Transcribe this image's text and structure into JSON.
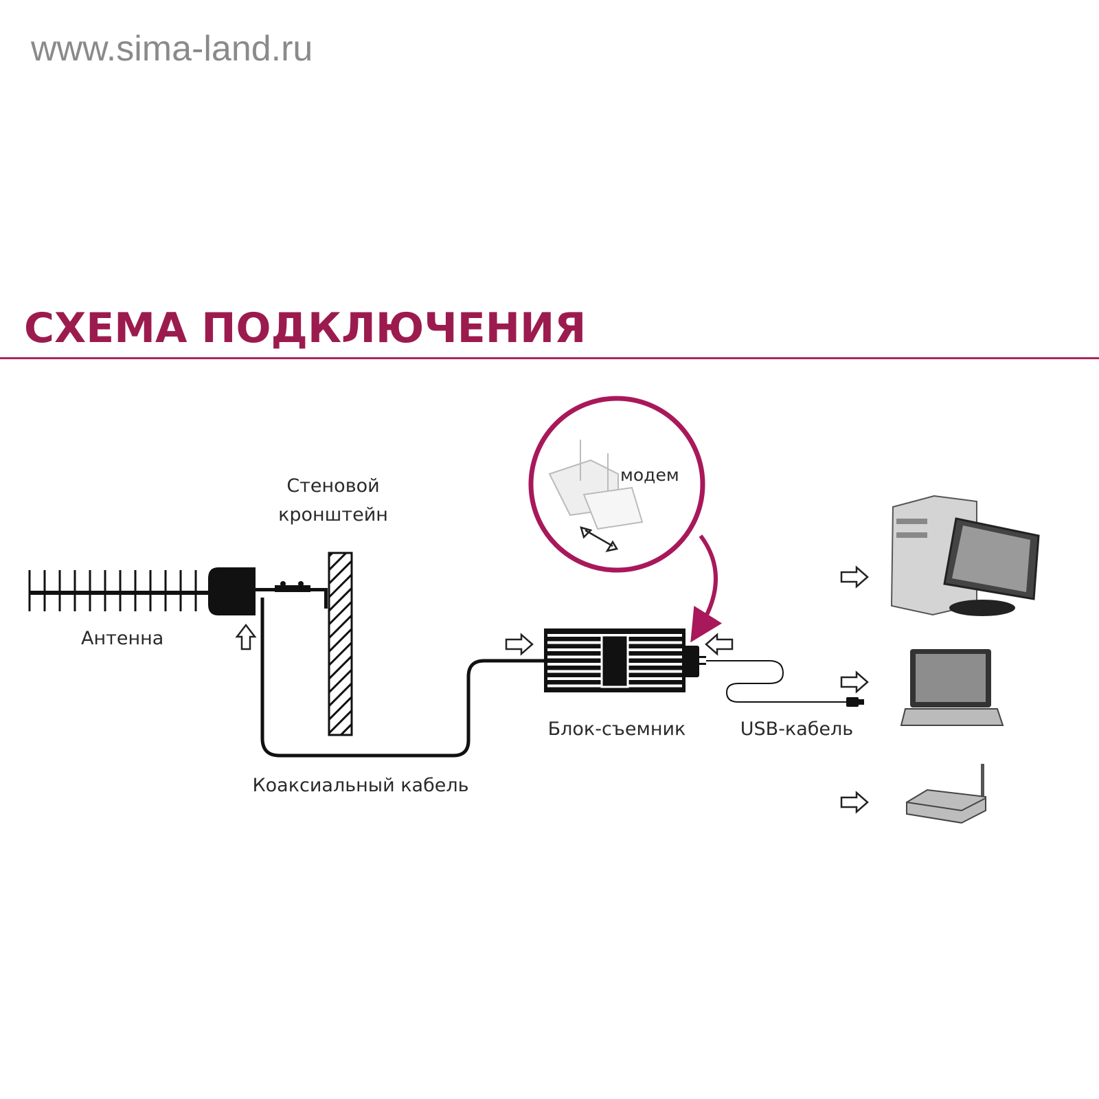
{
  "watermark": "www.sima-land.ru",
  "title": "СХЕМА ПОДКЛЮЧЕНИЯ",
  "labels": {
    "antenna": "Антенна",
    "bracket_line1": "Стеновой",
    "bracket_line2": "кронштейн",
    "coax": "Коаксиальный кабель",
    "block": "Блок-съемник",
    "usb": "USB-кабель",
    "modem": "модем"
  },
  "devices": [
    "computer-icon",
    "laptop-icon",
    "router-icon"
  ],
  "colors": {
    "accent": "#a8185a",
    "title": "#9c1b4e",
    "ink": "#111111"
  }
}
